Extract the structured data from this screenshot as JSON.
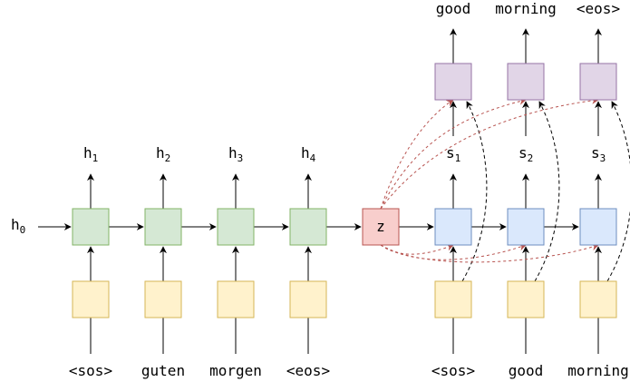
{
  "encoder": {
    "inputs": [
      "<sos>",
      "guten",
      "morgen",
      "<eos>"
    ],
    "hidden_labels": [
      {
        "base": "h",
        "sub": "1"
      },
      {
        "base": "h",
        "sub": "2"
      },
      {
        "base": "h",
        "sub": "3"
      },
      {
        "base": "h",
        "sub": "4"
      }
    ],
    "initial_state": {
      "base": "h",
      "sub": "0"
    }
  },
  "context": {
    "label": "z"
  },
  "decoder": {
    "inputs": [
      "<sos>",
      "good",
      "morning"
    ],
    "hidden_labels": [
      {
        "base": "s",
        "sub": "1"
      },
      {
        "base": "s",
        "sub": "2"
      },
      {
        "base": "s",
        "sub": "3"
      }
    ],
    "outputs": [
      "good",
      "morning",
      "<eos>"
    ]
  },
  "colors": {
    "embedding_fill": "#fff2cc",
    "embedding_stroke": "#d6b656",
    "encoder_fill": "#d5e8d4",
    "encoder_stroke": "#82b366",
    "context_fill": "#f8cecc",
    "context_stroke": "#b85450",
    "decoder_fill": "#dae8fc",
    "decoder_stroke": "#6c8ebf",
    "output_fill": "#e1d5e7",
    "output_stroke": "#9673a6",
    "context_arrow": "#b85450"
  }
}
